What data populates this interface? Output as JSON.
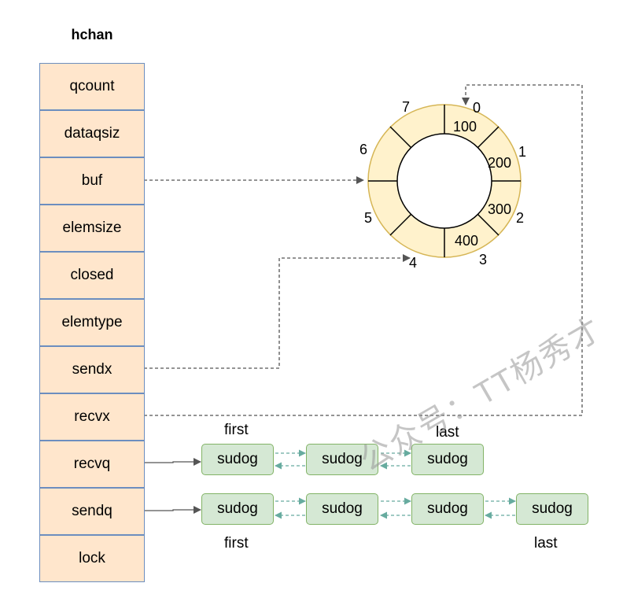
{
  "struct": {
    "title": "hchan",
    "fields": [
      "qcount",
      "dataqsiz",
      "buf",
      "elemsize",
      "closed",
      "elemtype",
      "sendx",
      "recvx",
      "recvq",
      "sendq",
      "lock"
    ]
  },
  "ring": {
    "slot_numbers": [
      "0",
      "1",
      "2",
      "3",
      "4",
      "5",
      "6",
      "7"
    ],
    "values": [
      "100",
      "200",
      "300",
      "400"
    ]
  },
  "recvq": {
    "nodes": [
      "sudog",
      "sudog",
      "sudog"
    ],
    "first_label": "first",
    "last_label": "last"
  },
  "sendq": {
    "nodes": [
      "sudog",
      "sudog",
      "sudog",
      "sudog"
    ],
    "first_label": "first",
    "last_label": "last"
  },
  "watermark": "公众号：TT杨秀才",
  "colors": {
    "field_fill": "#ffe6cc",
    "field_border": "#6c8ebf",
    "ring_fill": "#fff2cc",
    "ring_border": "#d6b656",
    "node_fill": "#d5e8d4",
    "node_border": "#82b366",
    "link_arrow": "#67ab9f",
    "pointer_line": "#555555"
  }
}
